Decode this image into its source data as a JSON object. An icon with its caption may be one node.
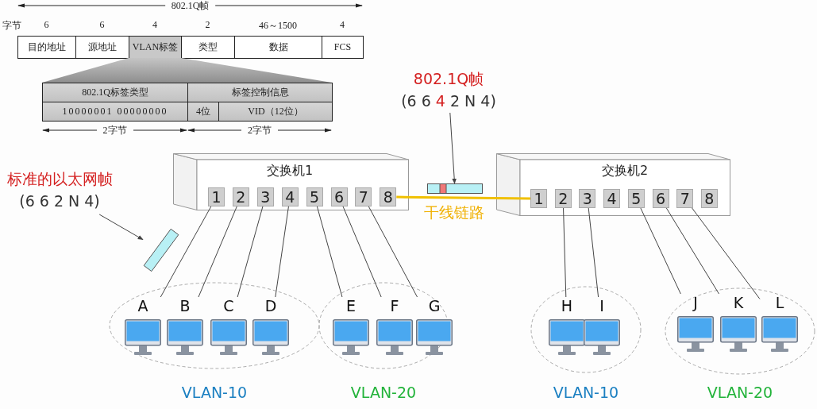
{
  "diagram": {
    "nodes": [
      {
        "text": [
          "交换机1"
        ]
      },
      {
        "text": [
          "1"
        ],
        "in": 0
      },
      {
        "text": [
          "2"
        ],
        "in": 0
      },
      {
        "text": [
          "3"
        ],
        "in": 0
      },
      {
        "text": [
          "4"
        ],
        "in": 0
      },
      {
        "text": [
          "5"
        ],
        "in": 0
      },
      {
        "text": [
          "6"
        ],
        "in": 0
      },
      {
        "text": [
          "7"
        ],
        "in": 0
      },
      {
        "text": [
          "8"
        ],
        "in": 0
      },
      {
        "text": [
          "交换机2"
        ]
      },
      {
        "text": [
          "1"
        ],
        "in": 9
      },
      {
        "text": [
          "2"
        ],
        "in": 9
      },
      {
        "text": [
          "3"
        ],
        "in": 9
      },
      {
        "text": [
          "4"
        ],
        "in": 9
      },
      {
        "text": [
          "5"
        ],
        "in": 9
      },
      {
        "text": [
          "6"
        ],
        "in": 9
      },
      {
        "text": [
          "7"
        ],
        "in": 9
      },
      {
        "text": [
          "8"
        ],
        "in": 9
      },
      {
        "text": [
          "VLAN-10"
        ]
      },
      {
        "text": [
          "A"
        ],
        "in": 18
      },
      {
        "text": [
          "B"
        ],
        "in": 18
      },
      {
        "text": [
          "C"
        ],
        "in": 18
      },
      {
        "text": [
          "D"
        ],
        "in": 18
      },
      {
        "text": [
          "VLAN-20"
        ]
      },
      {
        "text": [
          "E"
        ],
        "in": 23
      },
      {
        "text": [
          "F"
        ],
        "in": 23
      },
      {
        "text": [
          "G"
        ],
        "in": 23
      },
      {
        "text": [
          "VLAN-10"
        ]
      },
      {
        "text": [
          "H"
        ],
        "in": 27
      },
      {
        "text": [
          "I"
        ],
        "in": 27
      },
      {
        "text": [
          "VLAN-20"
        ]
      },
      {
        "text": [
          "J"
        ],
        "in": 30
      },
      {
        "text": [
          "K"
        ],
        "in": 30
      },
      {
        "text": [
          "L"
        ],
        "in": 30
      },
      {
        "text": [],
        "shape": "bar"
      },
      {
        "text": [
          "标准的以太网帧",
          "(6 6 2 N 4)"
        ]
      },
      {
        "text": [],
        "shape": "bar"
      },
      {
        "text": [
          "802.1Q帧",
          "(6 6 **4** 2 N 4)"
        ]
      }
    ],
    "edges": [
      {
        "from": 1,
        "to": 19,
        "arrow": "none"
      },
      {
        "from": 2,
        "to": 20,
        "arrow": "none"
      },
      {
        "from": 3,
        "to": 21,
        "arrow": "none"
      },
      {
        "from": 4,
        "to": 22,
        "arrow": "none"
      },
      {
        "from": 5,
        "to": 24,
        "arrow": "none"
      },
      {
        "from": 6,
        "to": 25,
        "arrow": "none"
      },
      {
        "from": 7,
        "to": 26,
        "arrow": "none"
      },
      {
        "from": 11,
        "to": 28,
        "arrow": "none"
      },
      {
        "from": 12,
        "to": 29,
        "arrow": "none"
      },
      {
        "from": 14,
        "to": 31,
        "arrow": "none"
      },
      {
        "from": 15,
        "to": 32,
        "arrow": "none"
      },
      {
        "from": 16,
        "to": 33,
        "arrow": "none"
      },
      {
        "from": 8,
        "to": 10,
        "arrow": "none",
        "label": "干线链路",
        "style": "thick",
        "color": "#f0c000"
      },
      {
        "from": 35,
        "to": 34,
        "arrow": "to"
      },
      {
        "from": 37,
        "to": 36,
        "arrow": "to"
      }
    ],
    "labels": [
      "802.1Q帧",
      "字节",
      "6",
      "6",
      "4",
      "2",
      "46～1500",
      "4",
      "目的地址",
      "源地址",
      "VLAN标签",
      "类型",
      "数据",
      "FCS",
      "802.1Q标签类型",
      "标签控制信息",
      "10000001 00000000",
      "4位",
      "VID（12位）",
      "2字节",
      "2字节"
    ]
  }
}
